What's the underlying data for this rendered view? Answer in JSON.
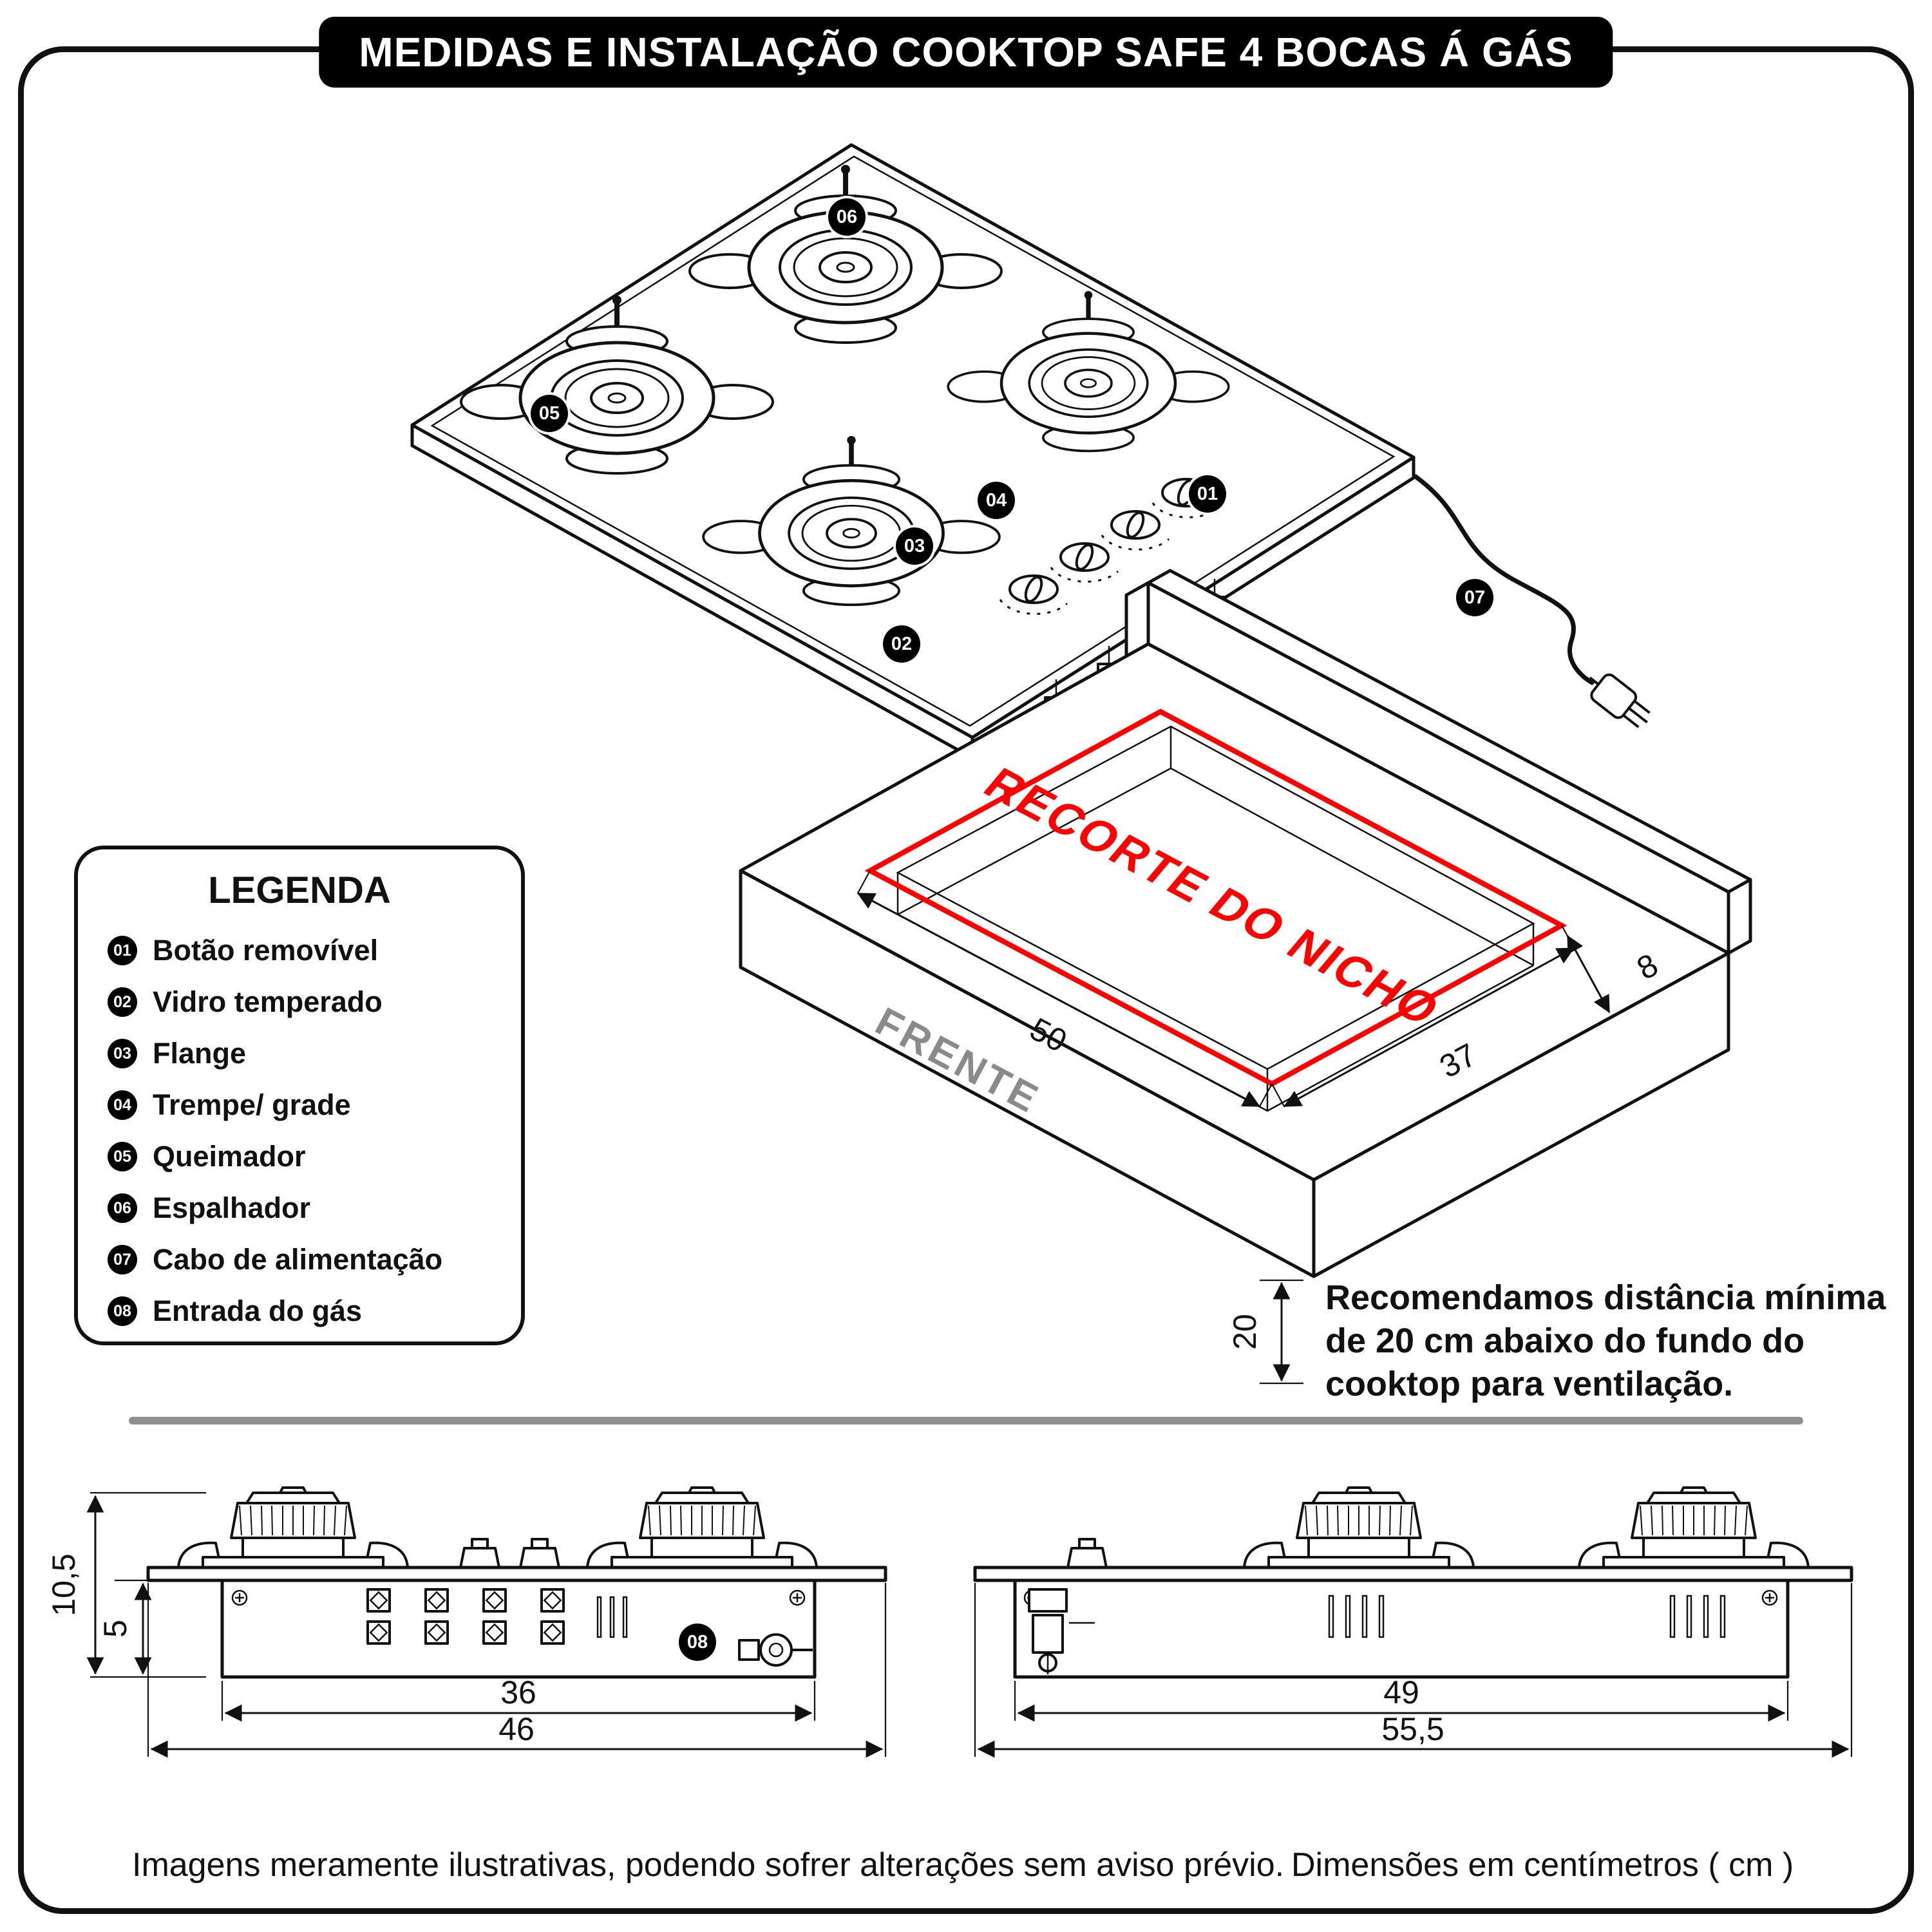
{
  "title": "MEDIDAS E INSTALAÇÃO COOKTOP SAFE 4 BOCAS Á GÁS",
  "legend": {
    "title": "LEGENDA",
    "items": [
      {
        "num": "01",
        "label": "Botão removível"
      },
      {
        "num": "02",
        "label": "Vidro temperado"
      },
      {
        "num": "03",
        "label": "Flange"
      },
      {
        "num": "04",
        "label": "Trempe/ grade"
      },
      {
        "num": "05",
        "label": "Queimador"
      },
      {
        "num": "06",
        "label": "Espalhador"
      },
      {
        "num": "07",
        "label": "Cabo de alimentação"
      },
      {
        "num": "08",
        "label": "Entrada do gás"
      }
    ]
  },
  "niche": {
    "cutout_label": "RECORTE DO NICHO",
    "front_label": "FRENTE",
    "dim_width": "50",
    "dim_depth": "37",
    "dim_back_gap": "8",
    "dim_clearance": "20",
    "note_lines": [
      "Recomendamos distância mínima",
      "de 20 cm abaixo do fundo do",
      "cooktop para ventilação."
    ]
  },
  "front_view": {
    "dim_total_height": "10,5",
    "dim_body_height": "5",
    "dim_body_width": "36",
    "dim_total_width": "46"
  },
  "side_view": {
    "dim_body_width": "49",
    "dim_total_width": "55,5"
  },
  "footer": {
    "left": "Imagens meramente ilustrativas, podendo sofrer alterações sem aviso prévio.",
    "right": "Dimensões em centímetros ( cm )"
  },
  "colors": {
    "accent_red": "#ff0000",
    "line": "#111111",
    "gray": "#808080"
  }
}
